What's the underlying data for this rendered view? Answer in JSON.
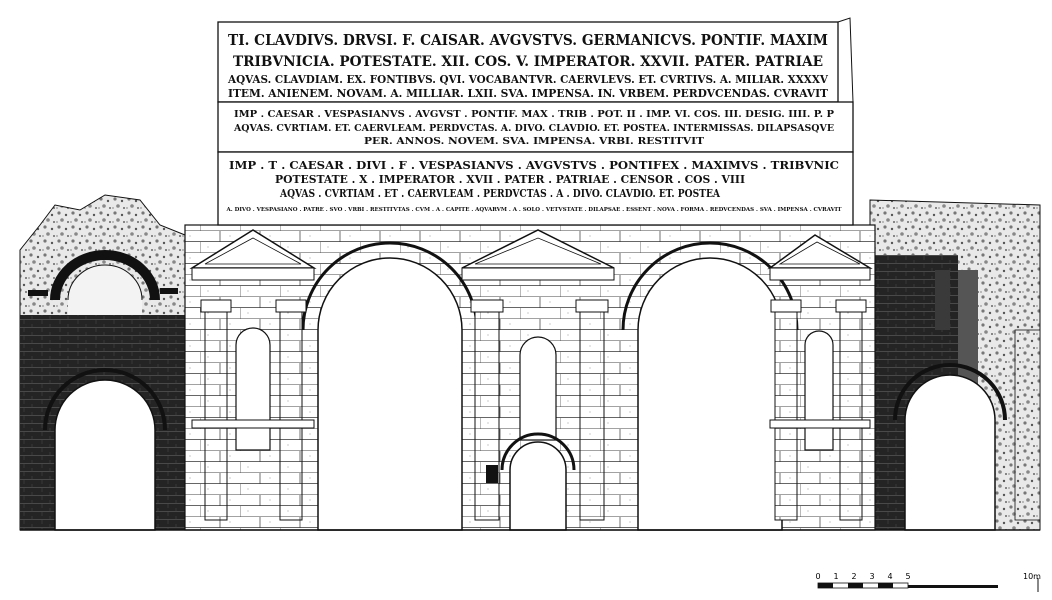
{
  "inscriptions": {
    "claudius": [
      "TI. CLAVDIVS. DRVSI. F. CAISAR. AVGVSTVS. GERMANICVS. PONTIF. MAXIM",
      "TRIBVNICIA. POTESTATE. XII. COS. V. IMPERATOR. XXVII. PATER. PATRIAE",
      "AQVAS. CLAVDIAM. EX. FONTIBVS. QVI. VOCABANTVR. CAERVLEVS. ET. CVRTIVS. A. MILIAR. XXXXV",
      "ITEM. ANIENEM. NOVAM. A. MILLIAR. LXII. SVA. IMPENSA. IN. VRBEM. PERDVCENDAS. CVRAVIT"
    ],
    "vespasian": [
      "IMP . CAESAR . VESPASIANVS . AVGVST . PONTIF. MAX . TRIB . POT. II . IMP. VI. COS. III. DESIG. IIII. P. P",
      "AQVAS. CVRTIAM. ET. CAERVLEAM. PERDVCTAS. A. DIVO. CLAVDIO. ET. POSTEA. INTERMISSAS. DILAPSASQVE",
      "PER. ANNOS. NOVEM. SVA. IMPENSA. VRBI. RESTITVIT"
    ],
    "titus": [
      "IMP . T . CAESAR . DIVI . F . VESPASIANVS . AVGVSTVS . PONTIFEX . MAXIMVS . TRIBVNIC",
      "POTESTATE . X . IMPERATOR . XVII . PATER . PATRIAE . CENSOR . COS . VIII",
      "AQVAS . CVRTIAM . ET . CAERVLEAM . PERDVCTAS . A . DIVO. CLAVDIO. ET. POSTEA",
      "A. DIVO . VESPASIANO . PATRE . SVO . VRBI . RESTITVTAS . CVM . A . CAPITE . AQVARVM . A . SOLO . VETVSTATE . DILAPSAE . ESSENT . NOVA . FORMA . REDVCENDAS . SVA . IMPENSA . CVRAVIT"
    ]
  },
  "scale_bar": {
    "ticks": [
      "0",
      "1",
      "2",
      "3",
      "4",
      "5"
    ],
    "end_label": "10m"
  },
  "colors": {
    "ink": "#111111",
    "stone": "#ffffff",
    "brick": "#2a2a2a",
    "rubble": "#9a9a9a"
  }
}
